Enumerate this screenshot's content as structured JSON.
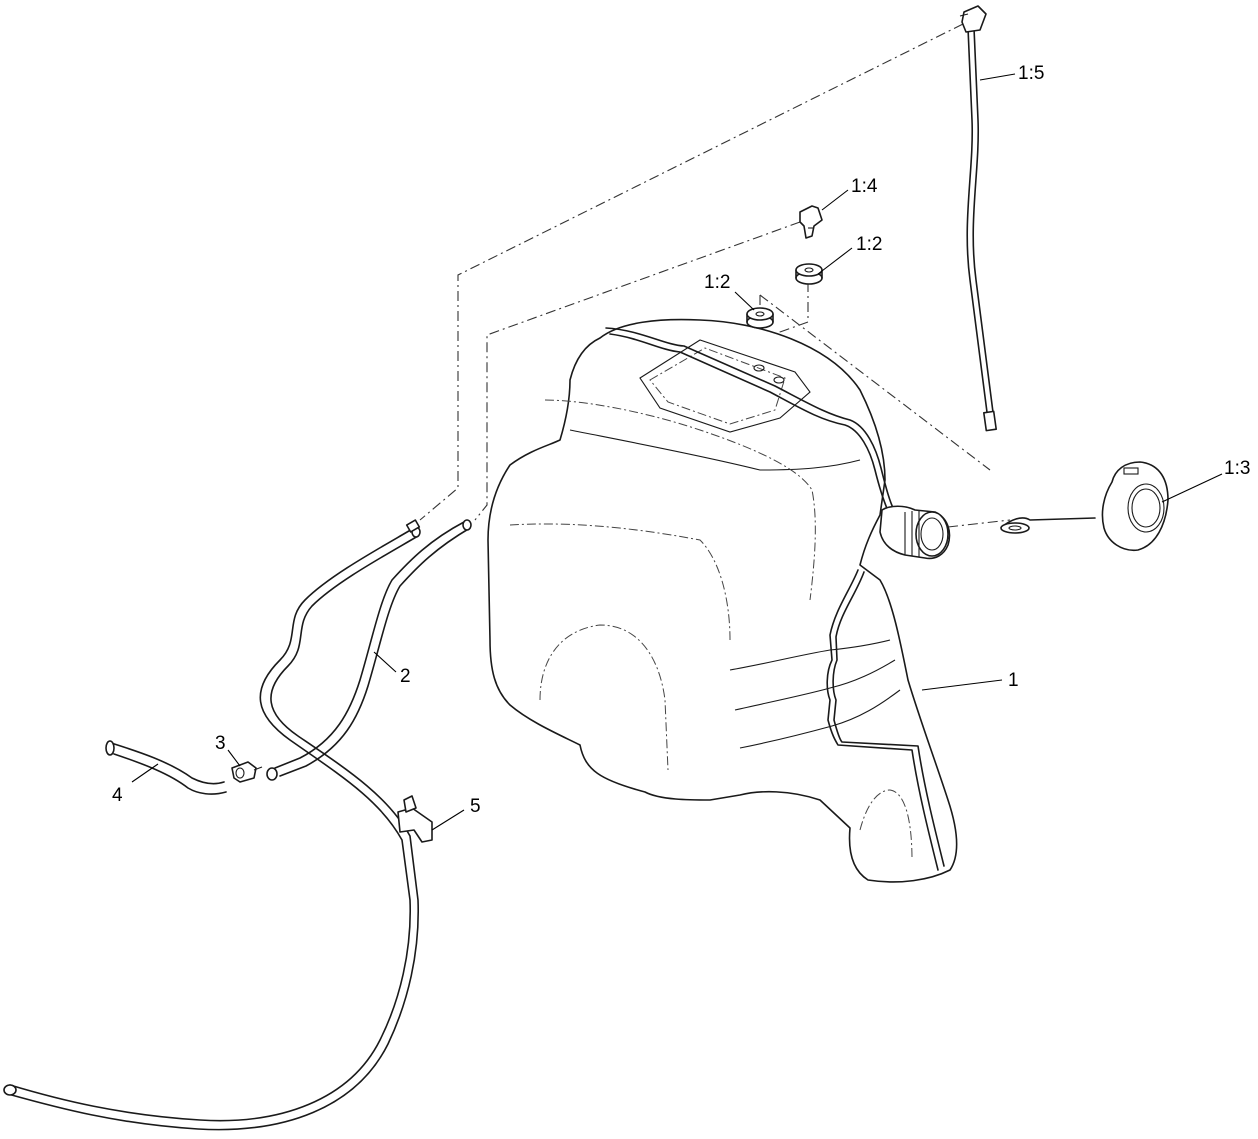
{
  "callouts": {
    "tank": "1",
    "grommet_left": "1:2",
    "grommet_right": "1:2",
    "fuel_cap": "1:3",
    "elbow_fitting": "1:4",
    "vent_tube": "1:5",
    "hose": "2",
    "check_valve": "3",
    "short_hose": "4",
    "clamp": "5"
  }
}
